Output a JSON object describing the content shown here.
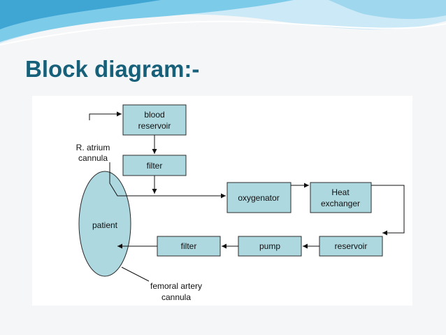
{
  "slide": {
    "title": "Block diagram:-"
  },
  "colors": {
    "title": "#17607a",
    "block_fill": "#add8df",
    "block_stroke": "#2b2b2b",
    "background": "#f4f6f8",
    "wave_primary": "#5bb5dd",
    "wave_light": "#bfe4f4"
  },
  "diagram": {
    "blocks": {
      "blood_reservoir": [
        "blood",
        "reservoir"
      ],
      "filter_top": "filter",
      "oxygenator": "oxygenator",
      "heat_exchanger": [
        "Heat",
        "exchanger"
      ],
      "reservoir": "reservoir",
      "pump": "pump",
      "filter_bottom": "filter",
      "patient": "patient"
    },
    "labels": {
      "r_atrium_cannula": [
        "R. atrium",
        "cannula"
      ],
      "femoral_artery_cannula": [
        "femoral artery",
        "cannula"
      ]
    }
  }
}
